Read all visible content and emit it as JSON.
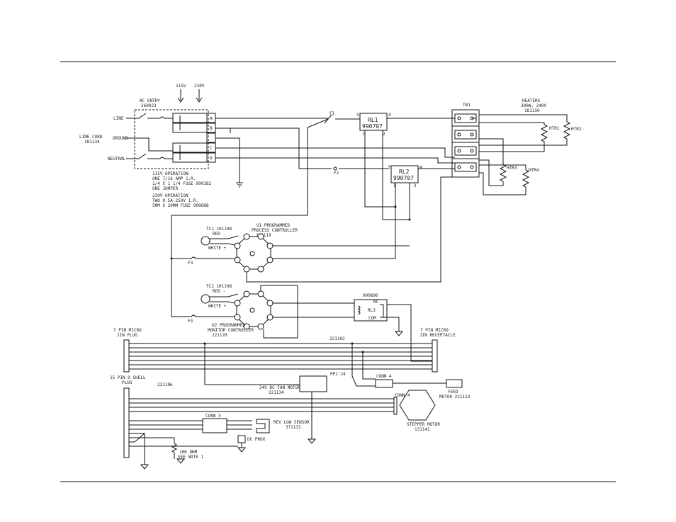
{
  "labels": {
    "v115": "115V",
    "v230": "230V",
    "ac_entry": "AC ENTRY",
    "ac_entry_pn": "360023",
    "line": "LINE",
    "ground": "GROUND",
    "neutral": "NEUTRAL",
    "line_cord": "LINE CORD",
    "line_cord_pn": "181134",
    "term_a": "A",
    "term_b": "B",
    "term_c": "C",
    "term_d": "D",
    "op115_1": "115V OPERATION",
    "op115_2": "ONE 7/16 AMP 1.R.",
    "op115_3": "1/4 X 1 1/4 FUSE 990182",
    "op115_4": "ONE JUMPER",
    "op230_1": "230V OPERATION",
    "op230_2": "TWO 0.5A 250V 1.R.",
    "op230_3": "5MM X 20MM FUSE 990688",
    "f1": "F1",
    "f2": "F2",
    "f3": "F3",
    "f4": "F4",
    "rl1": "RL1",
    "rl1_pn": "990707",
    "rl2": "RL2",
    "rl2_pn": "990707",
    "pin1": "1",
    "pin2": "2",
    "pin3": "3",
    "pin4": "4",
    "tb1": "TB1",
    "heaters_1": "HEATERS",
    "heaters_2": "300W, 240V",
    "heaters_pn": "181150",
    "htr1": "HTR1",
    "htr2": "HTR2",
    "htr3": "HTR3",
    "htr4": "HTR4",
    "tc1": "TC1 101108",
    "tc2": "TC2 101108",
    "red": "RED -",
    "white": "WHITE +",
    "u1_1": "U1 PROGRAMMED",
    "u1_2": "PROCESS CONTROLLER",
    "u1_pn": "221119",
    "u2_1": "U2 PROGRAMMED",
    "u2_2": "MONITOR CONTROLLER",
    "u2_pn": "221120",
    "rl3_pn": "990890",
    "rl3": "RL3",
    "nc": "NC",
    "com": "COM",
    "micro_plug_1": "7 PIN MICRO",
    "micro_plug_2": "JIN PLUG",
    "micro_rec_1": "7 PIN MICRO",
    "micro_rec_2": "JIN RECEPTACLE",
    "cable_221103": "221103",
    "pp1": "PP1:24",
    "conn4a": "CONN 4",
    "conn4b": "CONN 4",
    "conn3": "CONN 3",
    "fan_1": "24V DC FAN MOTOR",
    "fan_pn": "221134",
    "feed_1": "FEED",
    "feed_2": "MOTOR 221113",
    "dshell_1": "15 PIN D SHELL",
    "dshell_2": "PLUG",
    "dshell_pn": "221106",
    "rev_1": "REV LOW SENSOR",
    "rev_pn": "371131",
    "dc_prox": "DC PROX",
    "stepper_1": "STEPPER MOTOR",
    "stepper_pn": "131141",
    "note_1": "10K OHM",
    "note_2": "SEE NOTE 1"
  }
}
